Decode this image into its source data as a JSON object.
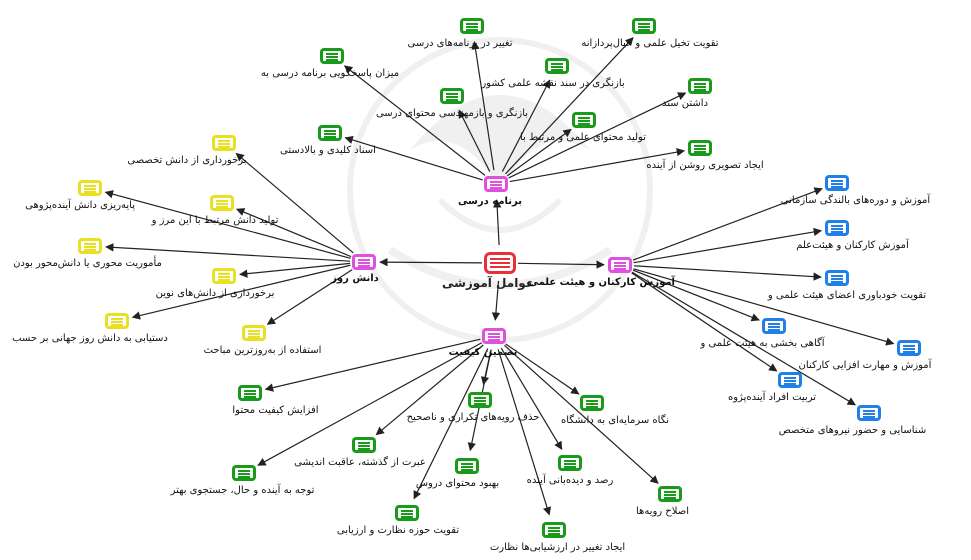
{
  "colors": {
    "root": "#e8303a",
    "hub": "#e050e0",
    "curriculum_leaf": "#1a9a1a",
    "knowledge_leaf": "#e8e020",
    "staff_leaf": "#2080e8",
    "quality_leaf": "#1a9a1a",
    "edge": "#222222"
  },
  "nodes": [
    {
      "id": "root",
      "label": "عوامل آموزشی",
      "role": "root"
    },
    {
      "id": "curriculum",
      "label": "برنامه درسی",
      "role": "hub"
    },
    {
      "id": "knowledge",
      "label": "دانش روز",
      "role": "hub"
    },
    {
      "id": "staff",
      "label": "آموزش کارکنان و هیئت علمی",
      "role": "hub"
    },
    {
      "id": "quality",
      "label": "تضمین کیفیت",
      "role": "hub"
    },
    {
      "id": "c1",
      "label": "تغییر در برنامه‌های درسی",
      "role": "curriculum_leaf"
    },
    {
      "id": "c2",
      "label": "تقویت تخیل علمی و خیال‌پردازانه",
      "role": "curriculum_leaf"
    },
    {
      "id": "c3",
      "label": "میزان پاسخگویی برنامه درسی به",
      "role": "curriculum_leaf"
    },
    {
      "id": "c4",
      "label": "بازنگری در سند نقشه علمی کشور",
      "role": "curriculum_leaf"
    },
    {
      "id": "c5",
      "label": "داشتن سند",
      "role": "curriculum_leaf"
    },
    {
      "id": "c6",
      "label": "بازنگری و بازمهندسی محتوای درسی",
      "role": "curriculum_leaf"
    },
    {
      "id": "c7",
      "label": "اسناد کلیدی و بالادستی",
      "role": "curriculum_leaf"
    },
    {
      "id": "c8",
      "label": "تولید محتوای علمی و مرتبط با",
      "role": "curriculum_leaf"
    },
    {
      "id": "c9",
      "label": "ایجاد تصویری روشن از آینده",
      "role": "curriculum_leaf"
    },
    {
      "id": "k1",
      "label": "برخورداری از دانش تخصصی",
      "role": "knowledge_leaf"
    },
    {
      "id": "k2",
      "label": "پایه‌ریزی دانش آینده‌پژوهی",
      "role": "knowledge_leaf"
    },
    {
      "id": "k3",
      "label": "تولید دانش مرتبط با این مرز و",
      "role": "knowledge_leaf"
    },
    {
      "id": "k4",
      "label": "مأموریت محوری یا دانش‌محور بودن",
      "role": "knowledge_leaf"
    },
    {
      "id": "k5",
      "label": "برخورداری از دانش‌های نوین",
      "role": "knowledge_leaf"
    },
    {
      "id": "k6",
      "label": "دستیابی به دانش روز جهانی بر حسب",
      "role": "knowledge_leaf"
    },
    {
      "id": "k7",
      "label": "استفاده از به‌روزترین مباحث",
      "role": "knowledge_leaf"
    },
    {
      "id": "s1",
      "label": "آموزش و دوره‌های بالندگی سازمانی",
      "role": "staff_leaf"
    },
    {
      "id": "s2",
      "label": "آموزش کارکنان و هیئت‌علم",
      "role": "staff_leaf"
    },
    {
      "id": "s3",
      "label": "تقویت خودباوری اعضای هیئت علمی و",
      "role": "staff_leaf"
    },
    {
      "id": "s4",
      "label": "آگاهی بخشی به هیئت علمی و",
      "role": "staff_leaf"
    },
    {
      "id": "s5",
      "label": "آموزش و مهارت افزایی کارکنان",
      "role": "staff_leaf"
    },
    {
      "id": "s6",
      "label": "تربیت افراد آینده‌پژوه",
      "role": "staff_leaf"
    },
    {
      "id": "s7",
      "label": "شناسایی و حضور نیروهای متخصص",
      "role": "staff_leaf"
    },
    {
      "id": "q1",
      "label": "افزایش کیفیت محتوا",
      "role": "quality_leaf"
    },
    {
      "id": "q2",
      "label": "حذف رویه‌های تکراری و ناصحیح",
      "role": "quality_leaf"
    },
    {
      "id": "q3",
      "label": "نگاه سرمایه‌ای به دانشگاه",
      "role": "quality_leaf"
    },
    {
      "id": "q4",
      "label": "عبرت از گذشته، عاقبت اندیشی",
      "role": "quality_leaf"
    },
    {
      "id": "q5",
      "label": "توجه به آینده و حال، جستجوی بهتر",
      "role": "quality_leaf"
    },
    {
      "id": "q6",
      "label": "بهبود محتوای دروس",
      "role": "quality_leaf"
    },
    {
      "id": "q7",
      "label": "رصد و دیده‌بانی آینده",
      "role": "quality_leaf"
    },
    {
      "id": "q8",
      "label": "اصلاح رویه‌ها",
      "role": "quality_leaf"
    },
    {
      "id": "q9",
      "label": "تقویت حوزه نظارت و ارزیابی",
      "role": "quality_leaf"
    },
    {
      "id": "q10",
      "label": "ایجاد تغییر در ارزشیابی‌ها نظارت",
      "role": "quality_leaf"
    }
  ],
  "edges": [
    [
      "root",
      "curriculum"
    ],
    [
      "root",
      "knowledge"
    ],
    [
      "root",
      "staff"
    ],
    [
      "root",
      "quality"
    ],
    [
      "curriculum",
      "c1"
    ],
    [
      "curriculum",
      "c2"
    ],
    [
      "curriculum",
      "c3"
    ],
    [
      "curriculum",
      "c4"
    ],
    [
      "curriculum",
      "c5"
    ],
    [
      "curriculum",
      "c6"
    ],
    [
      "curriculum",
      "c7"
    ],
    [
      "curriculum",
      "c8"
    ],
    [
      "curriculum",
      "c9"
    ],
    [
      "knowledge",
      "k1"
    ],
    [
      "knowledge",
      "k2"
    ],
    [
      "knowledge",
      "k3"
    ],
    [
      "knowledge",
      "k4"
    ],
    [
      "knowledge",
      "k5"
    ],
    [
      "knowledge",
      "k6"
    ],
    [
      "knowledge",
      "k7"
    ],
    [
      "staff",
      "s1"
    ],
    [
      "staff",
      "s2"
    ],
    [
      "staff",
      "s3"
    ],
    [
      "staff",
      "s4"
    ],
    [
      "staff",
      "s5"
    ],
    [
      "staff",
      "s6"
    ],
    [
      "staff",
      "s7"
    ],
    [
      "quality",
      "q1"
    ],
    [
      "quality",
      "q2"
    ],
    [
      "quality",
      "q3"
    ],
    [
      "quality",
      "q4"
    ],
    [
      "quality",
      "q5"
    ],
    [
      "quality",
      "q6"
    ],
    [
      "quality",
      "q7"
    ],
    [
      "quality",
      "q8"
    ],
    [
      "quality",
      "q9"
    ],
    [
      "quality",
      "q10"
    ]
  ]
}
